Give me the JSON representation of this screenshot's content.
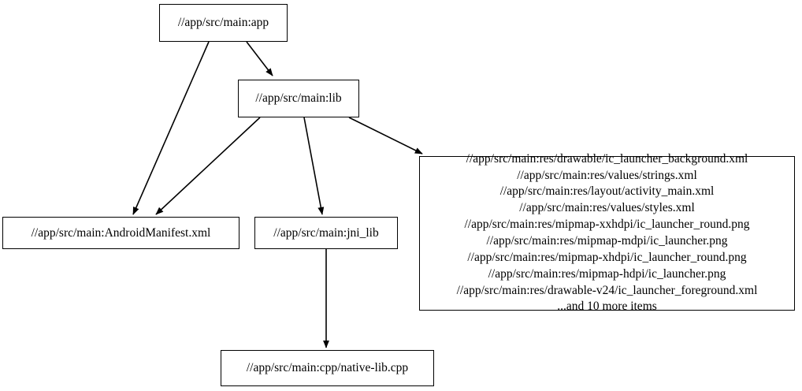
{
  "graph": {
    "type": "directed-dependency-graph",
    "orientation": "top-to-bottom",
    "background_color": "#ffffff",
    "edge_color": "#000000",
    "node_border_color": "#000000",
    "node_fill_color": "#ffffff",
    "nodes": [
      {
        "id": "app",
        "label": "//app/src/main:app"
      },
      {
        "id": "lib",
        "label": "//app/src/main:lib"
      },
      {
        "id": "manifest",
        "label": "//app/src/main:AndroidManifest.xml"
      },
      {
        "id": "jni_lib",
        "label": "//app/src/main:jni_lib"
      },
      {
        "id": "res_group",
        "lines": [
          "//app/src/main:res/drawable/ic_launcher_background.xml",
          "//app/src/main:res/values/strings.xml",
          "//app/src/main:res/layout/activity_main.xml",
          "//app/src/main:res/values/styles.xml",
          "//app/src/main:res/mipmap-xxhdpi/ic_launcher_round.png",
          "//app/src/main:res/mipmap-mdpi/ic_launcher.png",
          "//app/src/main:res/mipmap-xhdpi/ic_launcher_round.png",
          "//app/src/main:res/mipmap-hdpi/ic_launcher.png",
          "//app/src/main:res/drawable-v24/ic_launcher_foreground.xml",
          "...and 10 more items"
        ],
        "label": "//app/src/main:res/drawable/ic_launcher_background.xml\n//app/src/main:res/values/strings.xml\n//app/src/main:res/layout/activity_main.xml\n//app/src/main:res/values/styles.xml\n//app/src/main:res/mipmap-xxhdpi/ic_launcher_round.png\n//app/src/main:res/mipmap-mdpi/ic_launcher.png\n//app/src/main:res/mipmap-xhdpi/ic_launcher_round.png\n//app/src/main:res/mipmap-hdpi/ic_launcher.png\n//app/src/main:res/drawable-v24/ic_launcher_foreground.xml\n...and 10 more items",
        "overflow_note": "...and 10 more items",
        "overflow_count": 10
      },
      {
        "id": "native_lib_cpp",
        "label": "//app/src/main:cpp/native-lib.cpp"
      }
    ],
    "edges": [
      {
        "from": "app",
        "to": "manifest"
      },
      {
        "from": "app",
        "to": "lib"
      },
      {
        "from": "lib",
        "to": "manifest"
      },
      {
        "from": "lib",
        "to": "jni_lib"
      },
      {
        "from": "lib",
        "to": "res_group"
      },
      {
        "from": "jni_lib",
        "to": "native_lib_cpp"
      }
    ]
  }
}
